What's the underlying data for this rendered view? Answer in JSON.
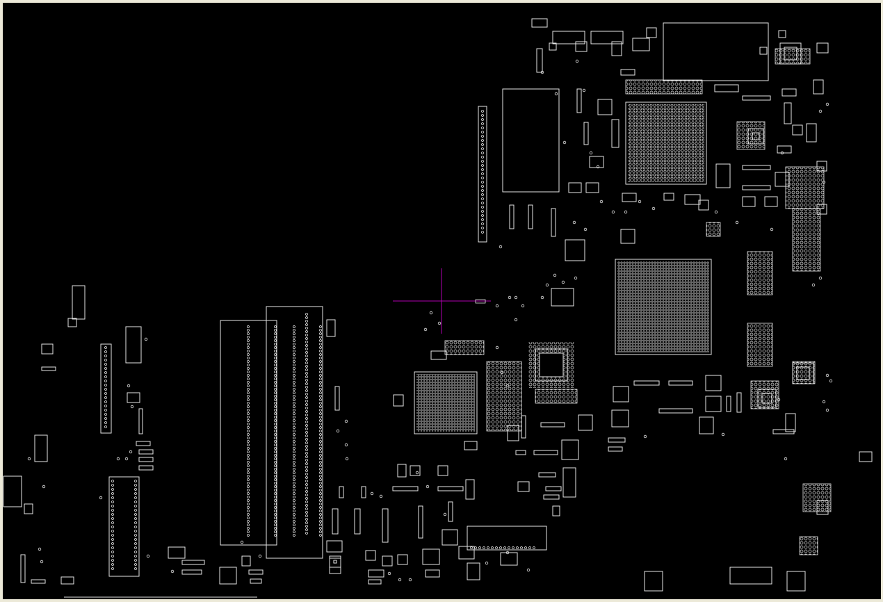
{
  "viewer": {
    "background": "#000000",
    "frame_color": "#ece9d8",
    "outline_color": "#e6e6e6",
    "cursor_color": "#b000b0"
  },
  "board": {
    "components": [
      {
        "name": "ram-slot-left",
        "kind": "memory-slot"
      },
      {
        "name": "ram-slot-right",
        "kind": "memory-slot"
      },
      {
        "name": "bga-chip-northbridge",
        "kind": "bga"
      },
      {
        "name": "bga-chip-southbridge",
        "kind": "bga"
      },
      {
        "name": "bga-chip-small",
        "kind": "bga"
      },
      {
        "name": "qfp-chip-center",
        "kind": "qfp"
      },
      {
        "name": "header-connector-top",
        "kind": "connector"
      },
      {
        "name": "header-connector-bottom",
        "kind": "connector"
      }
    ]
  }
}
